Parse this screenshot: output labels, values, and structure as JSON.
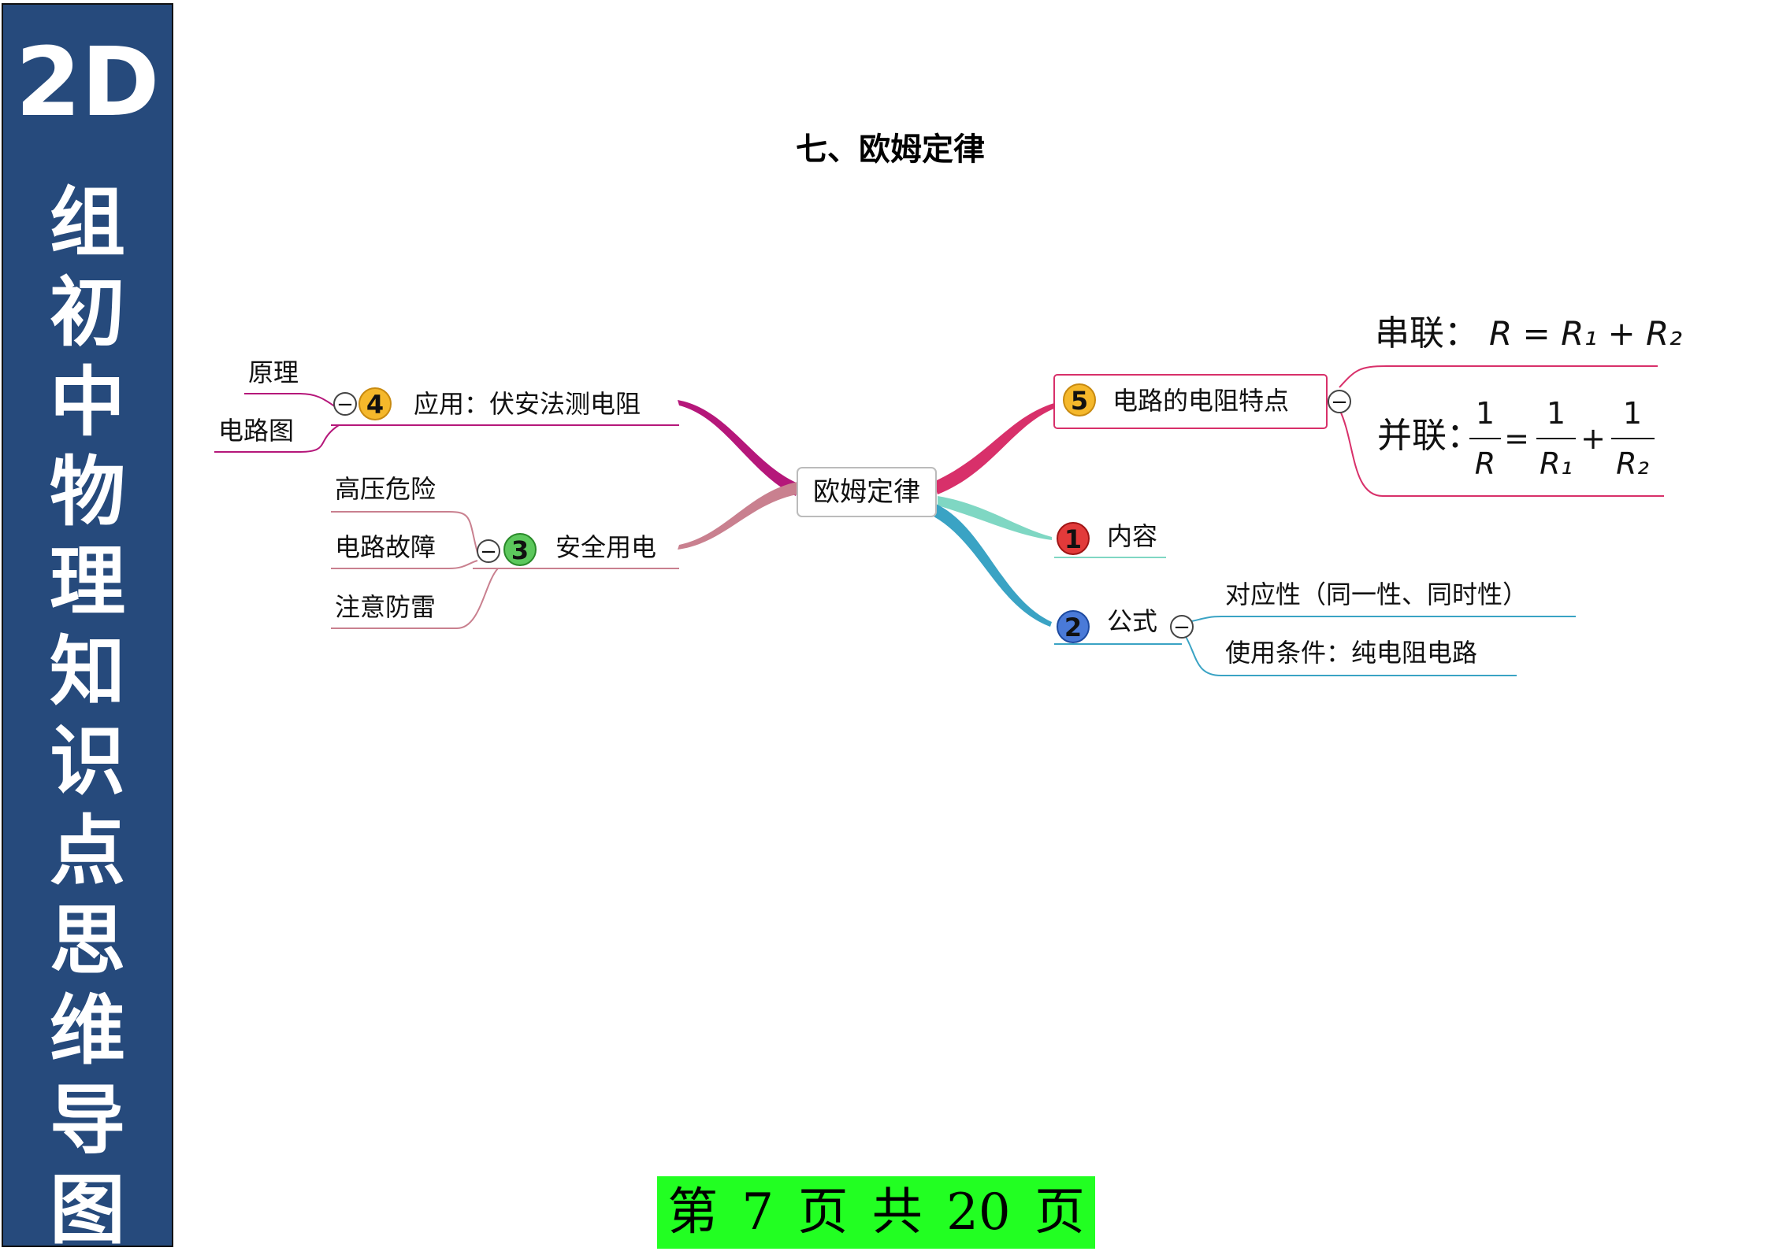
{
  "sidebar": {
    "number": "2D",
    "chars": [
      "组",
      "初",
      "中",
      "物",
      "理",
      "知",
      "识",
      "点",
      "思",
      "维",
      "导",
      "图"
    ],
    "bg_color": "#264a7c",
    "text_color": "#ffffff"
  },
  "page_title": "七、欧姆定律",
  "mindmap": {
    "center": "欧姆定律",
    "branches": {
      "b4": {
        "number": "4",
        "label": "应用：伏安法测电阻",
        "children": [
          "原理",
          "电路图"
        ]
      },
      "b3": {
        "number": "3",
        "label": "安全用电",
        "children": [
          "高压危险",
          "电路故障",
          "注意防雷"
        ]
      },
      "b5": {
        "number": "5",
        "label": "电路的电阻特点",
        "series": {
          "label": "串联：",
          "formula": "R = R₁ + R₂"
        },
        "parallel": {
          "label": "并联：",
          "frac1_num": "1",
          "frac1_den": "R",
          "eq": "=",
          "frac2_num": "1",
          "frac2_den": "R₁",
          "plus": "+",
          "frac3_num": "1",
          "frac3_den": "R₂"
        }
      },
      "b1": {
        "number": "1",
        "label": "内容"
      },
      "b2": {
        "number": "2",
        "label": "公式",
        "children": [
          "对应性（同一性、同时性）",
          "使用条件：纯电阻电路"
        ]
      }
    },
    "collapse_symbol": "−"
  },
  "colors": {
    "b4": "#b5177a",
    "b3": "#c9808f",
    "b5": "#d8306a",
    "b1": "#7fd7c3",
    "b2": "#3aa3c4",
    "footer_bg": "#22ff22"
  },
  "footer": {
    "text": "第 7 页 共 20 页"
  }
}
